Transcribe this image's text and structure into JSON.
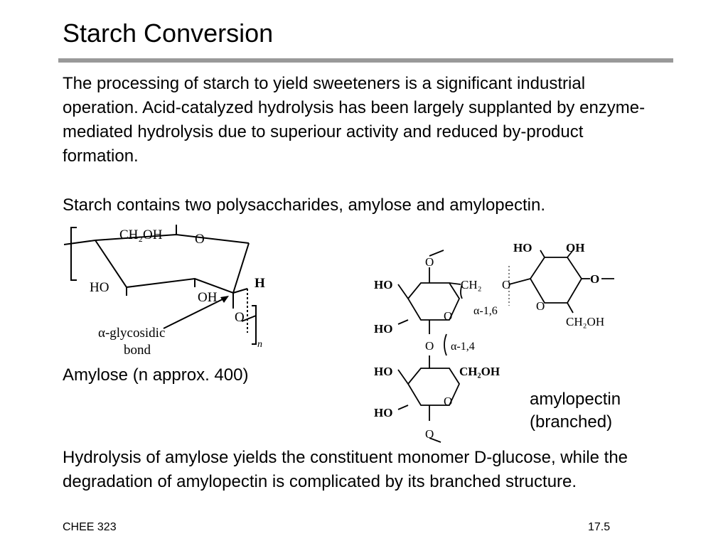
{
  "slide": {
    "title": "Starch Conversion",
    "paragraph1": "The processing of starch to yield sweeteners is a significant industrial operation.  Acid-catalyzed hydrolysis has been largely supplanted by enzyme-mediated hydrolysis due to superiour activity and reduced by-product formation.",
    "paragraph2": "Starch contains two polysaccharides, amylose and amylopectin.",
    "paragraph3": "Hydrolysis of amylose yields the constituent monomer D-glucose, while the degradation of amylopectin is complicated by its branched structure.",
    "caption_amylose": "Amylose (n approx. 400)",
    "caption_amylopectin_line1": "amylopectin",
    "caption_amylopectin_line2": "(branched)",
    "footer_left": "CHEE 323",
    "footer_right": "17.5"
  },
  "amylose_structure": {
    "ch2oh": "CH₂OH",
    "o_ring": "O",
    "ho": "HO",
    "oh": "OH",
    "h": "H",
    "o_link": "O",
    "glycosidic_line1": "α-glycosidic",
    "glycosidic_line2": "bond",
    "subscript_n": "n"
  },
  "amylopectin_structure": {
    "top_ho": "HO",
    "top_oh": "OH",
    "top_o_right": "O",
    "top_o_ring": "O",
    "top_ch2oh": "CH₂OH",
    "o_top": "O",
    "ho_1": "HO",
    "ch2_link": "CH₂",
    "link_o": "O",
    "ring1_o": "O",
    "alpha16": "α-1,6",
    "ho_2": "HO",
    "o_middle": "O",
    "alpha14": "α-1,4",
    "ho_3": "HO",
    "ch2oh_2": "CH₂OH",
    "ring2_o": "O",
    "ho_4": "HO",
    "o_bottom": "O"
  }
}
